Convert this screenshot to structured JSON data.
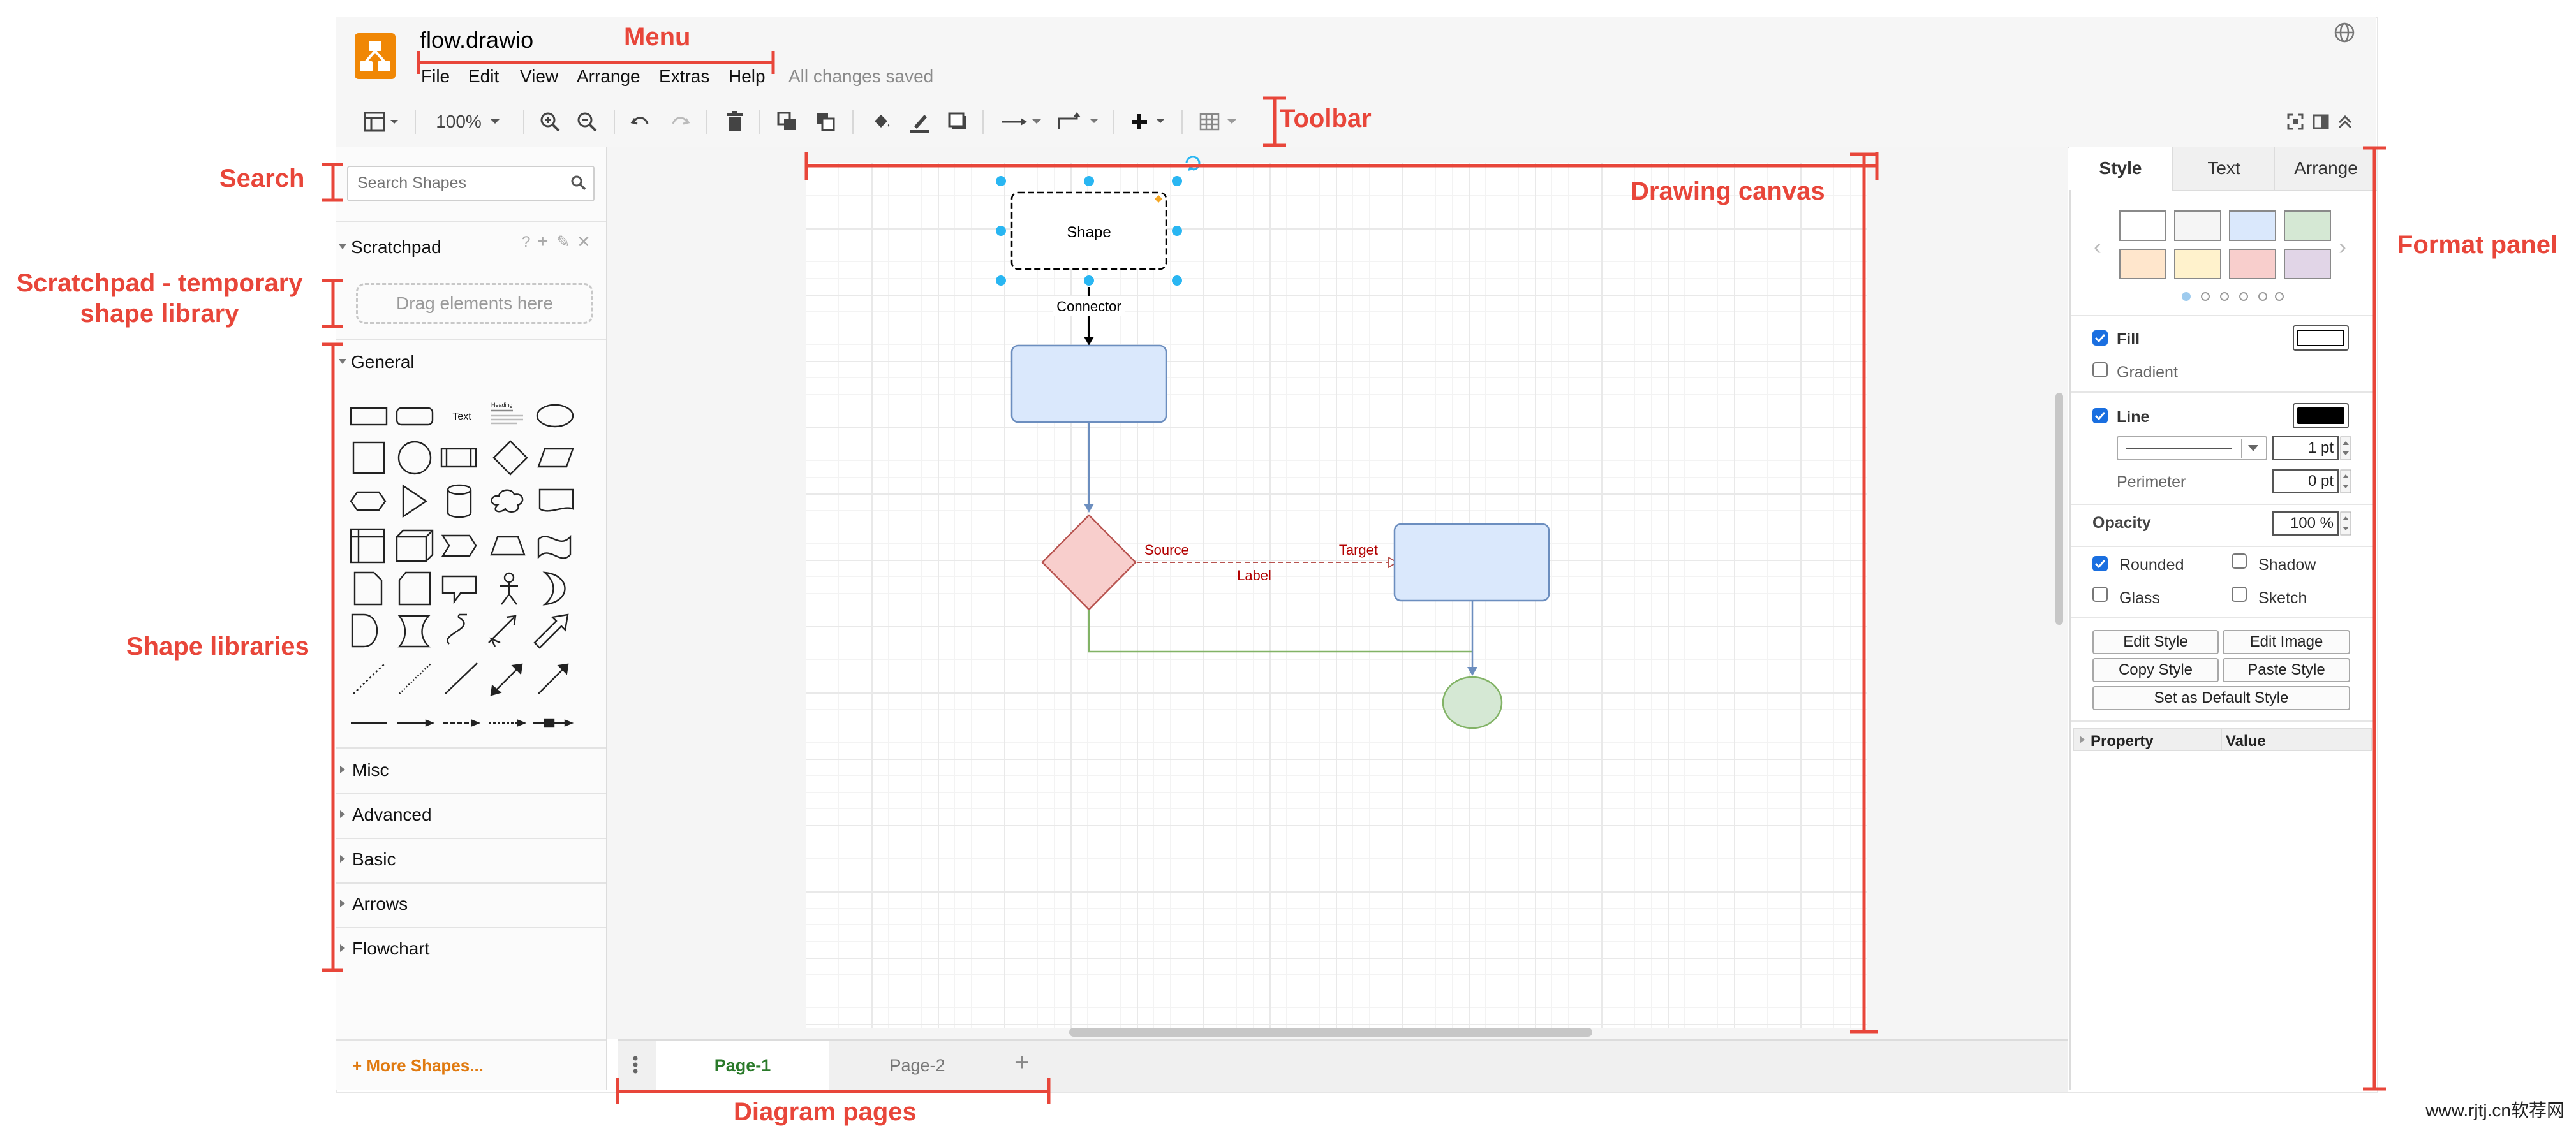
{
  "app": {
    "file_title": "flow.drawio",
    "save_status": "All changes saved",
    "menu": [
      "File",
      "Edit",
      "View",
      "Arrange",
      "Extras",
      "Help"
    ]
  },
  "toolbar": {
    "zoom_label": "100%",
    "icons": [
      "format-toggle-icon",
      "zoom-in-icon",
      "zoom-out-icon",
      "undo-icon",
      "redo-icon",
      "delete-icon",
      "to-front-icon",
      "to-back-icon",
      "fill-color-icon",
      "line-color-icon",
      "shadow-icon",
      "connection-icon",
      "waypoints-icon",
      "insert-icon",
      "table-icon",
      "fullscreen-icon",
      "format-panel-icon",
      "collapse-icon"
    ]
  },
  "sidebar": {
    "search_placeholder": "Search Shapes",
    "scratchpad_title": "Scratchpad",
    "scratchpad_actions": [
      "?",
      "+",
      "✎",
      "✕"
    ],
    "scratchpad_drop_text": "Drag elements here",
    "general_title": "General",
    "general_text_shape": "Text",
    "general_heading_shape": "Heading",
    "libraries": [
      "Misc",
      "Advanced",
      "Basic",
      "Arrows",
      "Flowchart"
    ],
    "more_shapes": "+ More Shapes..."
  },
  "canvas": {
    "selected_shape_label": "Shape",
    "connector_label": "Connector",
    "source_label": "Source",
    "target_label": "Target",
    "edge_label": "Label",
    "colors": {
      "blue_fill": "#dae8fc",
      "blue_stroke": "#6c8ebf",
      "red_fill": "#f8cecc",
      "red_stroke": "#b85450",
      "green_fill": "#d5e8d4",
      "green_stroke": "#82b366",
      "selection": "#29b6f2"
    }
  },
  "pages": {
    "tabs": [
      "Page-1",
      "Page-2"
    ],
    "active": "Page-1",
    "add_icon": "+"
  },
  "format_panel": {
    "tabs": [
      "Style",
      "Text",
      "Arrange"
    ],
    "active_tab": "Style",
    "swatches_row1": [
      "#ffffff",
      "#f5f5f5",
      "#dae8fc",
      "#d5e8d4"
    ],
    "swatches_row2": [
      "#ffe6cc",
      "#fff2cc",
      "#f8cecc",
      "#e1d5e7"
    ],
    "fill_label": "Fill",
    "gradient_label": "Gradient",
    "line_label": "Line",
    "line_width": "1 pt",
    "perimeter_label": "Perimeter",
    "perimeter_value": "0 pt",
    "opacity_label": "Opacity",
    "opacity_value": "100 %",
    "rounded_label": "Rounded",
    "shadow_label": "Shadow",
    "glass_label": "Glass",
    "sketch_label": "Sketch",
    "buttons": {
      "edit_style": "Edit Style",
      "edit_image": "Edit Image",
      "copy_style": "Copy Style",
      "paste_style": "Paste Style",
      "set_default": "Set as Default Style"
    },
    "property_header": "Property",
    "value_header": "Value"
  },
  "annotations": {
    "menu": "Menu",
    "toolbar": "Toolbar",
    "search": "Search",
    "scratchpad": "Scratchpad - temporary\nshape library",
    "scratchpad_line1": "Scratchpad - temporary",
    "scratchpad_line2": "shape library",
    "shape_libraries": "Shape libraries",
    "drawing_canvas": "Drawing canvas",
    "format_panel": "Format panel",
    "diagram_pages": "Diagram pages"
  },
  "watermark": "www.rjtj.cn软荐网"
}
